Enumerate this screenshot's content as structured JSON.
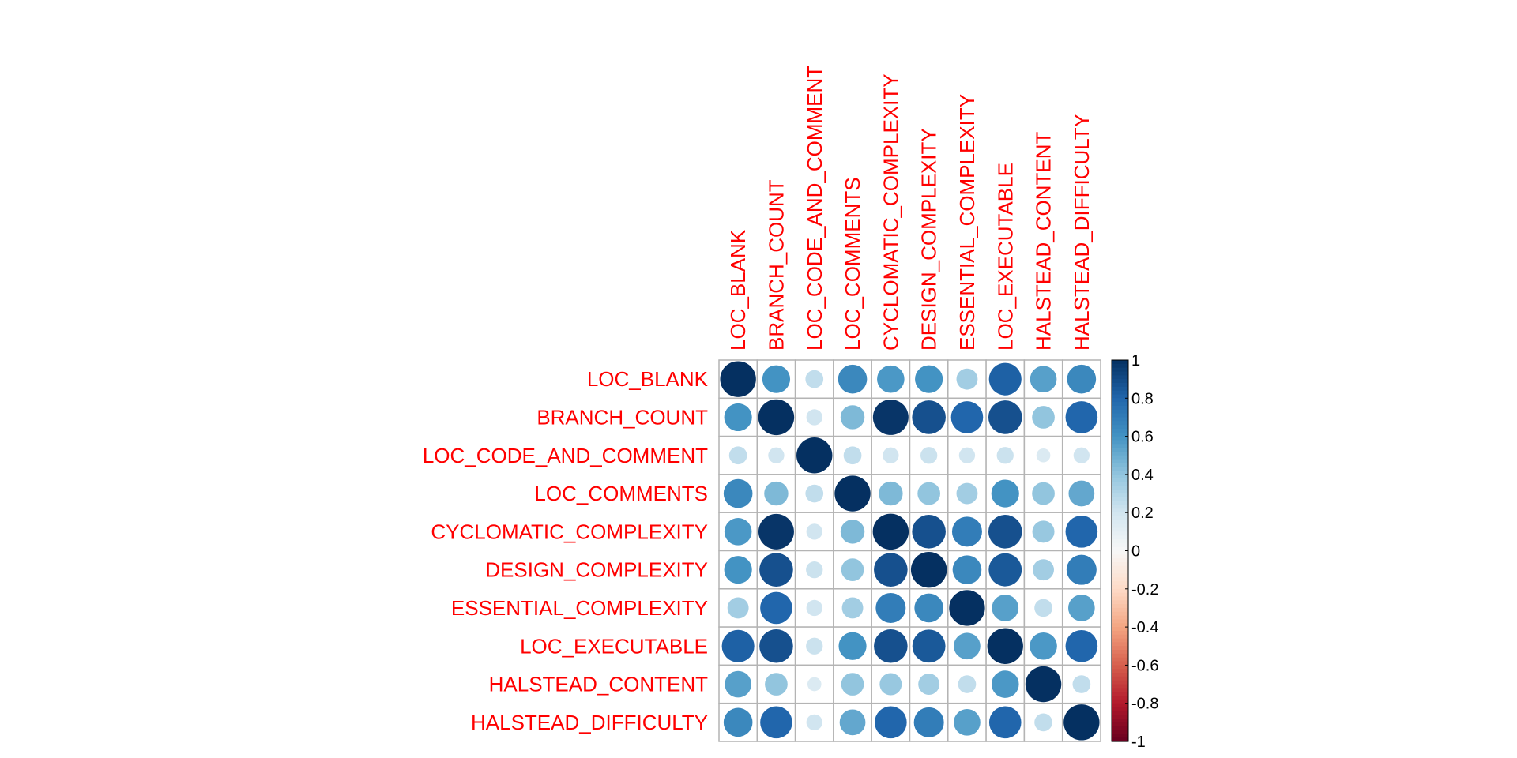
{
  "chart_data": {
    "type": "heatmap",
    "subtype": "corrplot-circle",
    "title": "",
    "variables": [
      "LOC_BLANK",
      "BRANCH_COUNT",
      "LOC_CODE_AND_COMMENT",
      "LOC_COMMENTS",
      "CYCLOMATIC_COMPLEXITY",
      "DESIGN_COMPLEXITY",
      "ESSENTIAL_COMPLEXITY",
      "LOC_EXECUTABLE",
      "HALSTEAD_CONTENT",
      "HALSTEAD_DIFFICULTY"
    ],
    "matrix": [
      [
        1.0,
        0.6,
        0.25,
        0.65,
        0.58,
        0.6,
        0.35,
        0.82,
        0.55,
        0.65
      ],
      [
        0.6,
        1.0,
        0.2,
        0.45,
        0.98,
        0.88,
        0.8,
        0.88,
        0.4,
        0.8
      ],
      [
        0.25,
        0.2,
        1.0,
        0.25,
        0.2,
        0.22,
        0.2,
        0.22,
        0.15,
        0.2
      ],
      [
        0.65,
        0.45,
        0.25,
        1.0,
        0.45,
        0.4,
        0.35,
        0.6,
        0.4,
        0.52
      ],
      [
        0.58,
        0.98,
        0.2,
        0.45,
        1.0,
        0.88,
        0.7,
        0.88,
        0.38,
        0.8
      ],
      [
        0.6,
        0.88,
        0.22,
        0.4,
        0.88,
        1.0,
        0.65,
        0.85,
        0.35,
        0.7
      ],
      [
        0.35,
        0.8,
        0.2,
        0.35,
        0.7,
        0.65,
        1.0,
        0.55,
        0.25,
        0.55
      ],
      [
        0.82,
        0.88,
        0.22,
        0.6,
        0.88,
        0.85,
        0.55,
        1.0,
        0.58,
        0.8
      ],
      [
        0.55,
        0.4,
        0.15,
        0.4,
        0.38,
        0.35,
        0.25,
        0.58,
        1.0,
        0.25
      ],
      [
        0.65,
        0.8,
        0.2,
        0.52,
        0.8,
        0.7,
        0.55,
        0.8,
        0.25,
        1.0
      ]
    ],
    "colorbar": {
      "range": [
        -1,
        1
      ],
      "ticks": [
        "-1",
        "-0.8",
        "-0.6",
        "-0.4",
        "-0.2",
        "0",
        "0.2",
        "0.4",
        "0.6",
        "0.8",
        "1"
      ],
      "palette": [
        "#67001F",
        "#B2182B",
        "#D6604D",
        "#F4A582",
        "#FDDBC7",
        "#F7F7F7",
        "#D1E5F0",
        "#92C5DE",
        "#4393C3",
        "#2166AC",
        "#053061"
      ]
    },
    "label_color": "#FF0000",
    "grid_color": "#B4B4B4"
  }
}
